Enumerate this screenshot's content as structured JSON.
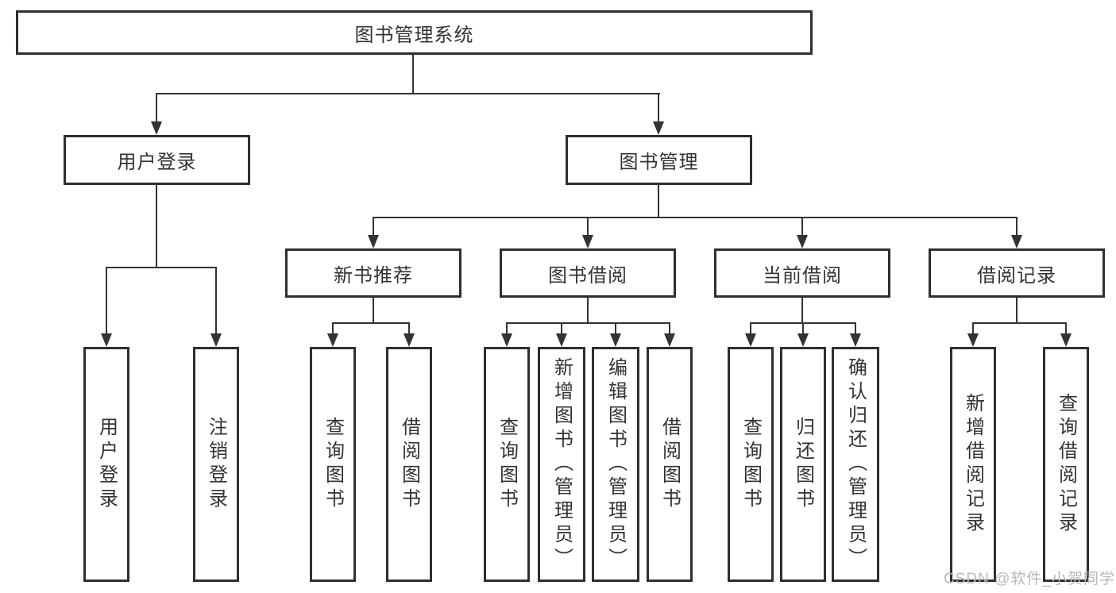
{
  "hierarchy": {
    "label": "图书管理系统",
    "children": [
      {
        "label": "用户登录",
        "children": [
          {
            "label": "用户登录"
          },
          {
            "label": "注销登录"
          }
        ]
      },
      {
        "label": "图书管理",
        "children": [
          {
            "label": "新书推荐",
            "children": [
              {
                "label": "查询图书"
              },
              {
                "label": "借阅图书"
              }
            ]
          },
          {
            "label": "图书借阅",
            "children": [
              {
                "label": "查询图书"
              },
              {
                "label": "新增图书（管理员）"
              },
              {
                "label": "编辑图书（管理员）"
              },
              {
                "label": "借阅图书"
              }
            ]
          },
          {
            "label": "当前借阅",
            "children": [
              {
                "label": "查询图书"
              },
              {
                "label": "归还图书"
              },
              {
                "label": "确认归还（管理员）"
              }
            ]
          },
          {
            "label": "借阅记录",
            "children": [
              {
                "label": "新增借阅记录"
              },
              {
                "label": "查询借阅记录"
              }
            ]
          }
        ]
      }
    ]
  },
  "watermark": {
    "text": "CSDN @软件_小贺同学"
  },
  "colors": {
    "line": "#333333",
    "box_border": "#2f2f2f",
    "text": "#333333",
    "watermark": "#b9b9b9",
    "background": "#ffffff"
  }
}
